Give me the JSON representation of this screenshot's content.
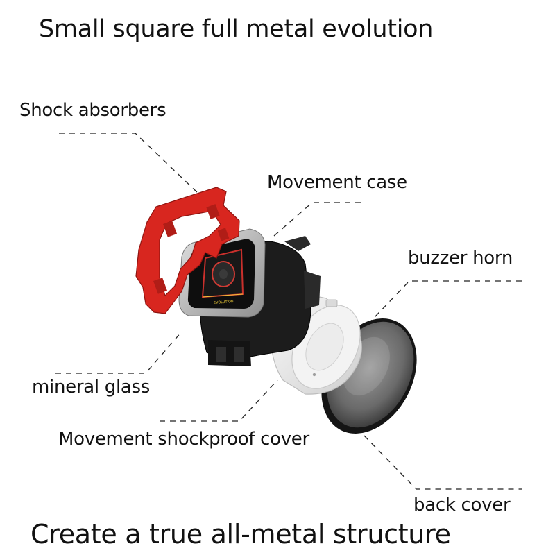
{
  "title": "Small square full metal evolution",
  "footer": "Create a true all-metal structure",
  "labels": {
    "shock_absorbers": "Shock absorbers",
    "movement_case": "Movement case",
    "buzzer_horn": "buzzer horn",
    "mineral_glass": "mineral glass",
    "movement_shockproof_cover": "Movement shockproof cover",
    "back_cover": "back cover"
  },
  "dial": {
    "text_line": "EVOLUTION"
  },
  "colors": {
    "bezel": "#d8261f",
    "case": "#1b1b1b",
    "frame": "#b9b9b9",
    "cover": "#eeeeee",
    "back": "#6d6d6d"
  }
}
